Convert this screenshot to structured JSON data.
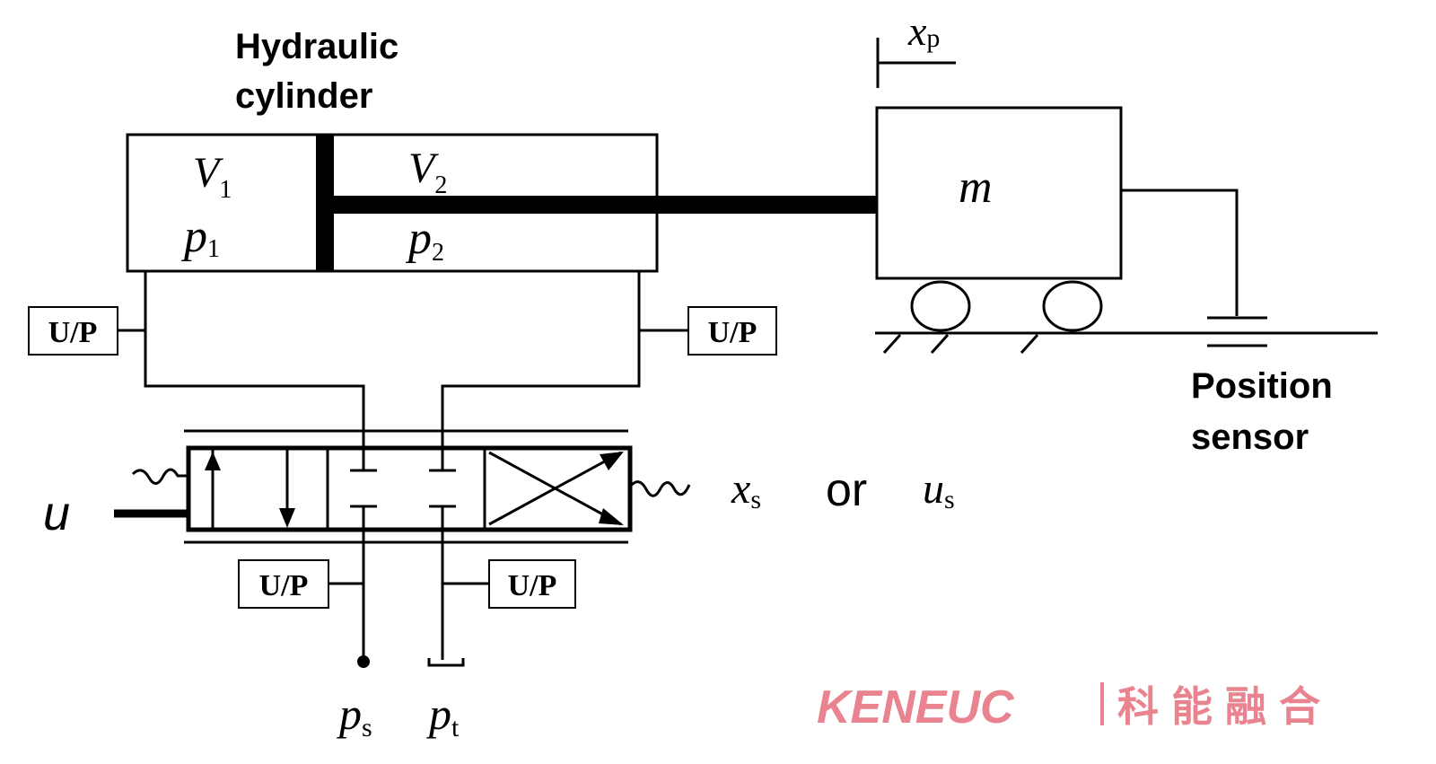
{
  "labels": {
    "cylinder_title_1": "Hydraulic",
    "cylinder_title_2": "cylinder",
    "v1": "V",
    "v1_sub": "1",
    "p1": "p",
    "p1_sub": "1",
    "v2": "V",
    "v2_sub": "2",
    "p2": "p",
    "p2_sub": "2",
    "mass": "m",
    "xp": "x",
    "xp_sub": "p",
    "sensor_1": "Position",
    "sensor_2": "sensor",
    "up_tl": "U/P",
    "up_tr": "U/P",
    "up_bl": "U/P",
    "up_br": "U/P",
    "u": "u",
    "xs": "x",
    "xs_sub": "s",
    "or": "or",
    "us": "u",
    "us_sub": "s",
    "ps": "p",
    "ps_sub": "s",
    "pt": "p",
    "pt_sub": "t"
  },
  "watermark": {
    "latin": "KENEUC",
    "cjk": "科能融合",
    "color": "#e8838f"
  }
}
